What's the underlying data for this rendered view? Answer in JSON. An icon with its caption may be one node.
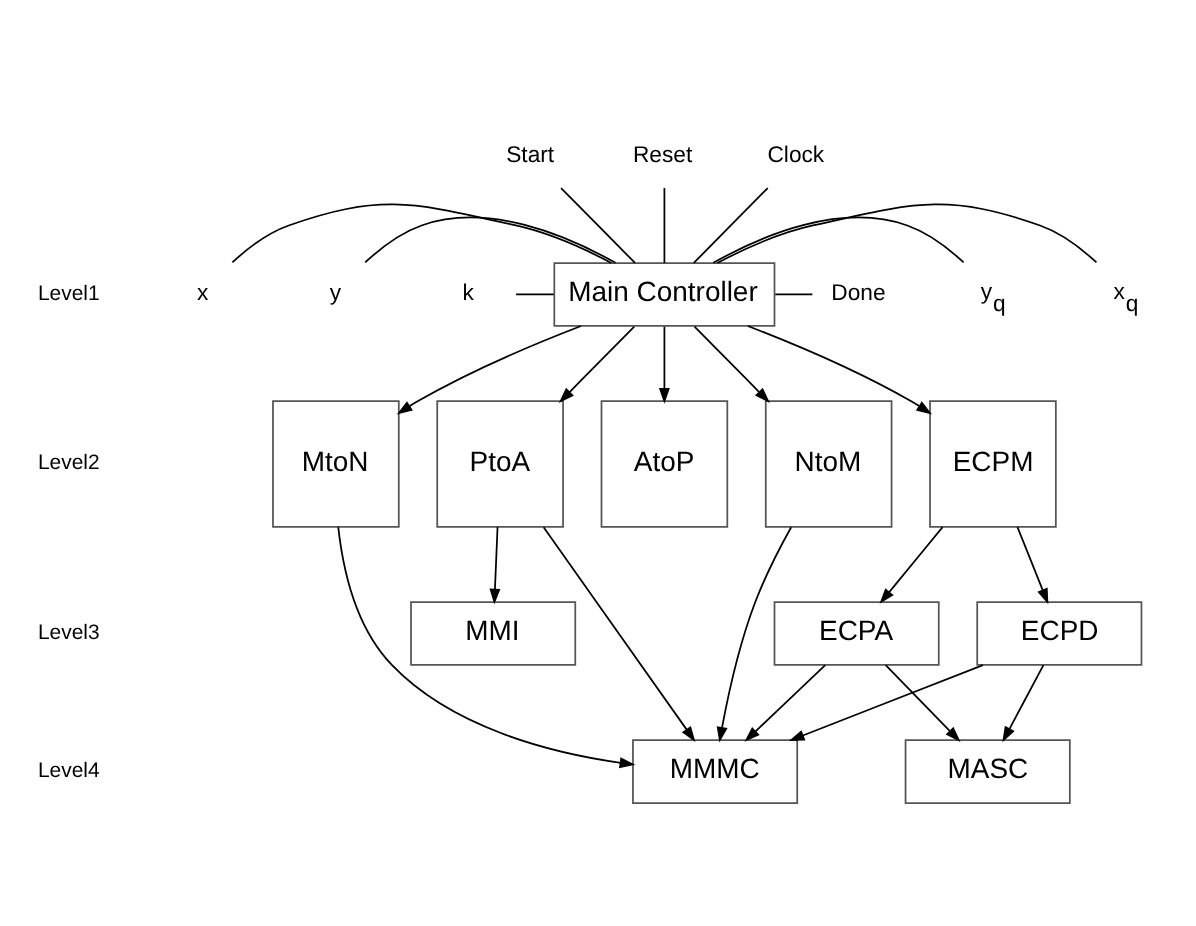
{
  "diagram": {
    "nodes": [
      {
        "text": [
          "Start"
        ]
      },
      {
        "text": [
          "Reset"
        ]
      },
      {
        "text": [
          "Clock"
        ]
      },
      {
        "text": [
          "x"
        ]
      },
      {
        "text": [
          "y"
        ]
      },
      {
        "text": [
          "k"
        ]
      },
      {
        "text": [
          "Main Controller"
        ]
      },
      {
        "text": [
          "x$_{q}$"
        ]
      },
      {
        "text": [
          "y$_{q}$"
        ]
      },
      {
        "text": [
          "Done"
        ]
      },
      {
        "text": [
          "AtoP"
        ]
      },
      {
        "text": [
          "NtoM"
        ]
      },
      {
        "text": [
          "ECPM"
        ]
      },
      {
        "text": [
          "PtoA"
        ]
      },
      {
        "text": [
          "MtoN"
        ]
      },
      {
        "text": [
          "ECPD"
        ]
      },
      {
        "text": [
          "ECPA"
        ]
      },
      {
        "text": [
          "MMI"
        ]
      },
      {
        "text": [
          "MASC"
        ]
      },
      {
        "text": [
          "MMMC"
        ]
      }
    ],
    "edges": [
      {
        "from": 0,
        "to": 6,
        "arrow": "none"
      },
      {
        "from": 1,
        "to": 6,
        "arrow": "none"
      },
      {
        "from": 2,
        "to": 6,
        "arrow": "none"
      },
      {
        "from": 3,
        "to": 6,
        "arrow": "none"
      },
      {
        "from": 4,
        "to": 6,
        "arrow": "none"
      },
      {
        "from": 5,
        "to": 6,
        "arrow": "none"
      },
      {
        "from": 6,
        "to": 7,
        "arrow": "none"
      },
      {
        "from": 6,
        "to": 8,
        "arrow": "none"
      },
      {
        "from": 6,
        "to": 9,
        "arrow": "none"
      },
      {
        "from": 6,
        "to": 10,
        "arrow": "to"
      },
      {
        "from": 6,
        "to": 11,
        "arrow": "to"
      },
      {
        "from": 6,
        "to": 12,
        "arrow": "to"
      },
      {
        "from": 6,
        "to": 13,
        "arrow": "to"
      },
      {
        "from": 6,
        "to": 14,
        "arrow": "to"
      },
      {
        "from": 12,
        "to": 15,
        "arrow": "to"
      },
      {
        "from": 12,
        "to": 16,
        "arrow": "to"
      },
      {
        "from": 13,
        "to": 17,
        "arrow": "to"
      },
      {
        "from": 11,
        "to": 19,
        "arrow": "to"
      },
      {
        "from": 13,
        "to": 19,
        "arrow": "to"
      },
      {
        "from": 14,
        "to": 19,
        "arrow": "to"
      },
      {
        "from": 15,
        "to": 18,
        "arrow": "to"
      },
      {
        "from": 15,
        "to": 19,
        "arrow": "to"
      },
      {
        "from": 16,
        "to": 18,
        "arrow": "to"
      },
      {
        "from": 16,
        "to": 19,
        "arrow": "to"
      }
    ],
    "labels": [
      "Level1",
      "Level2",
      "Level3",
      "Level4"
    ]
  }
}
